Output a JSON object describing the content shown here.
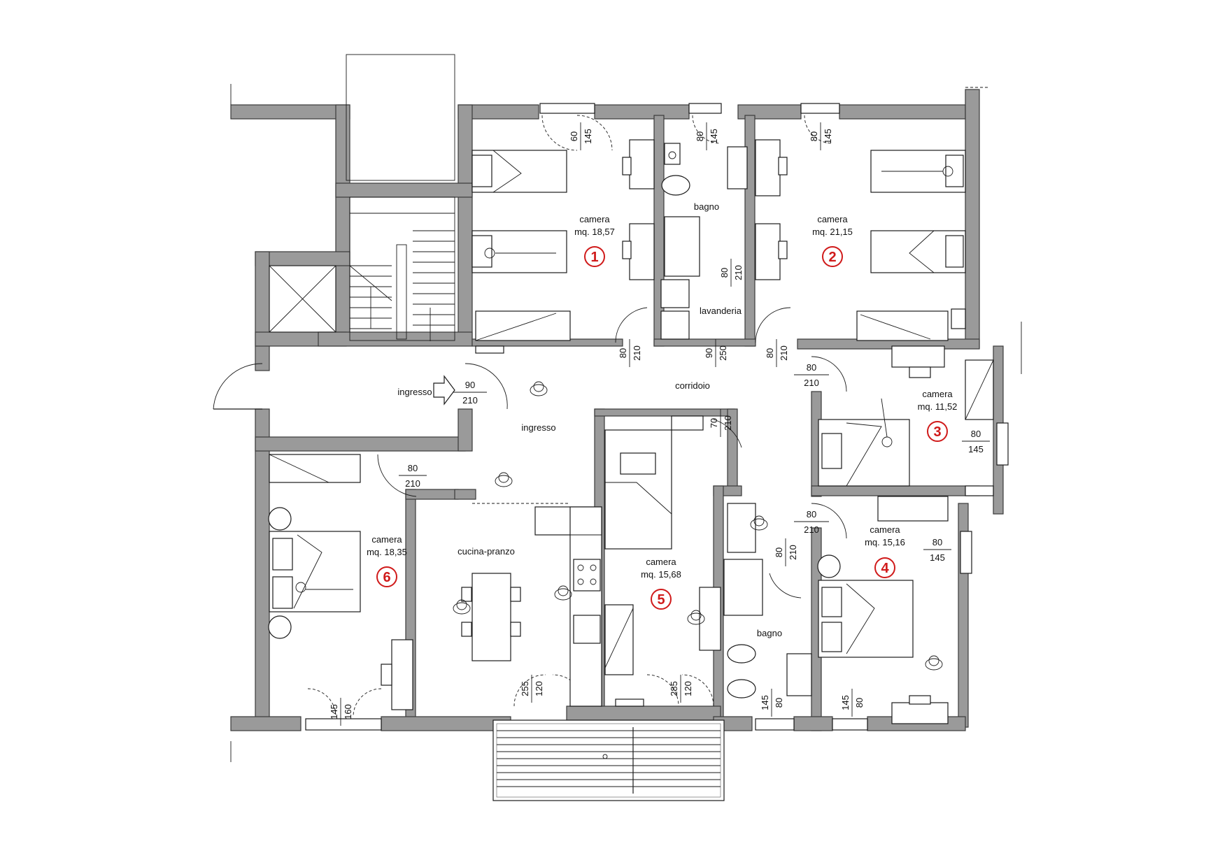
{
  "rooms": {
    "r1": {
      "label": "camera",
      "area": "mq. 18,57",
      "number": "1"
    },
    "r2": {
      "label": "camera",
      "area": "mq. 21,15",
      "number": "2"
    },
    "r3": {
      "label": "camera",
      "area": "mq. 11,52",
      "number": "3"
    },
    "r4": {
      "label": "camera",
      "area": "mq. 15,16",
      "number": "4"
    },
    "r5": {
      "label": "camera",
      "area": "mq. 15,68",
      "number": "5"
    },
    "r6": {
      "label": "camera",
      "area": "mq. 18,35",
      "number": "6"
    },
    "bagno_top": "bagno",
    "lavanderia": "lavanderia",
    "corridoio": "corridoio",
    "ingresso_room": "ingresso",
    "ingresso_arrow": "ingresso",
    "cucina": "cucina-pranzo",
    "bagno_bottom": "bagno"
  },
  "dims": {
    "d_ing_90": "90",
    "d_ing_210": "210",
    "d_r1_80": "80",
    "d_r1_210": "210",
    "d_lav_90": "90",
    "d_lav_250": "250",
    "d_r2_80": "80",
    "d_r2_210": "210",
    "d_r3_80": "80",
    "d_r3_210": "210",
    "d_r5_70": "70",
    "d_r5_210": "210",
    "d_r6_80": "80",
    "d_r6_210": "210",
    "d_r4_80": "80",
    "d_r4_210": "210",
    "d_bb_80": "80",
    "d_bb_210": "210",
    "d_w3_80": "80",
    "d_w3_145": "145",
    "d_w4_80": "80",
    "d_w4_145": "145",
    "d_w1_60": "60",
    "d_w1_145": "145",
    "d_wb_80": "80",
    "d_wb_145": "145",
    "d_w2_80": "80",
    "d_w2_145": "145",
    "d_sh_80": "80",
    "d_sh_210": "210",
    "d_w6_145": "145",
    "d_w6_160": "160",
    "d_wk_255": "255",
    "d_wk_120": "120",
    "d_w5_285": "285",
    "d_w5_120": "120",
    "d_wbb_145": "145",
    "d_wbb_80": "80",
    "d_w4b_145": "145",
    "d_w4b_80": "80"
  },
  "colors": {
    "wall": "#9a9a9a",
    "room_number": "#d01a1a",
    "line": "#1a1a1a"
  }
}
